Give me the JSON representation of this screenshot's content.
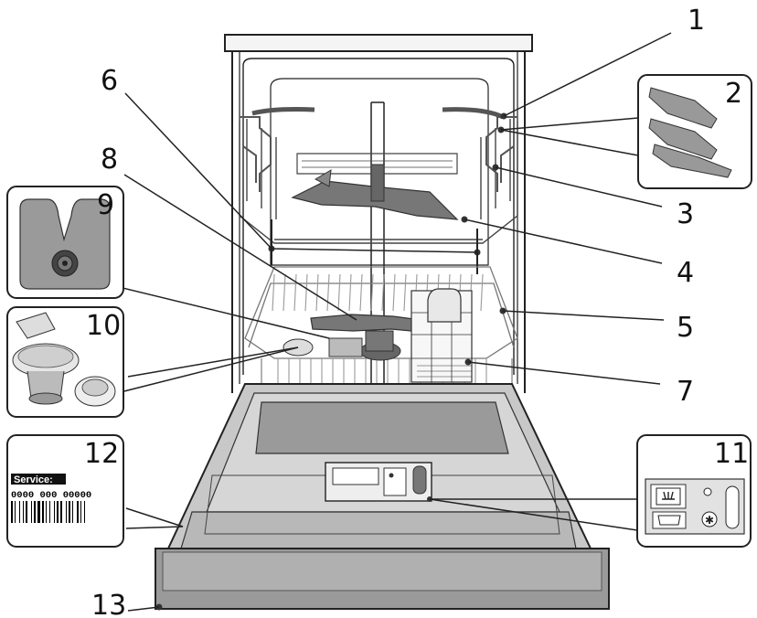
{
  "callouts": [
    {
      "id": "1",
      "label": "1"
    },
    {
      "id": "2",
      "label": "2"
    },
    {
      "id": "3",
      "label": "3"
    },
    {
      "id": "4",
      "label": "4"
    },
    {
      "id": "5",
      "label": "5"
    },
    {
      "id": "6",
      "label": "6"
    },
    {
      "id": "7",
      "label": "7"
    },
    {
      "id": "8",
      "label": "8"
    },
    {
      "id": "9",
      "label": "9"
    },
    {
      "id": "10",
      "label": "10"
    },
    {
      "id": "11",
      "label": "11"
    },
    {
      "id": "12",
      "label": "12"
    },
    {
      "id": "13",
      "label": "13"
    }
  ],
  "service_label": {
    "title": "Service:",
    "number": "0000 000 00000"
  },
  "colors": {
    "line": "#222222",
    "panel_grey": "#9a9a9a",
    "door_grey": "#c8c8c8",
    "dark_grey": "#6a6a6a",
    "rack_wire": "#8a8a8a"
  }
}
